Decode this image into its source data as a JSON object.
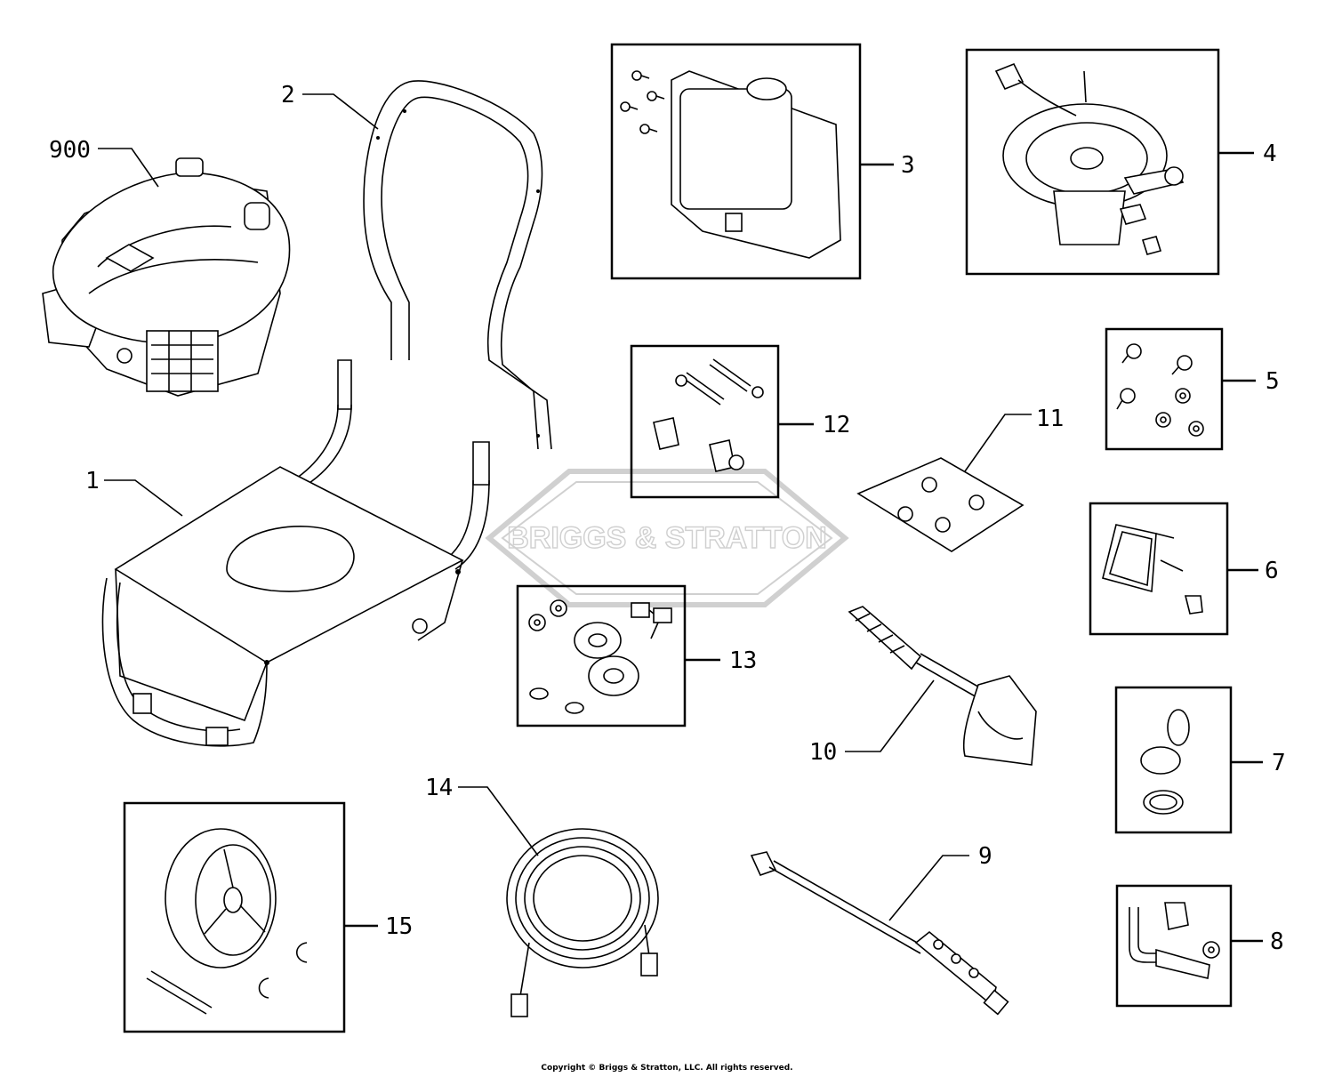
{
  "watermark": {
    "brand": "BRIGGS & STRATTON"
  },
  "callouts": [
    {
      "id": "900",
      "label": "900"
    },
    {
      "id": "1",
      "label": "1"
    },
    {
      "id": "2",
      "label": "2"
    },
    {
      "id": "3",
      "label": "3"
    },
    {
      "id": "4",
      "label": "4"
    },
    {
      "id": "5",
      "label": "5"
    },
    {
      "id": "6",
      "label": "6"
    },
    {
      "id": "7",
      "label": "7"
    },
    {
      "id": "8",
      "label": "8"
    },
    {
      "id": "9",
      "label": "9"
    },
    {
      "id": "10",
      "label": "10"
    },
    {
      "id": "11",
      "label": "11"
    },
    {
      "id": "12",
      "label": "12"
    },
    {
      "id": "13",
      "label": "13"
    },
    {
      "id": "14",
      "label": "14"
    },
    {
      "id": "15",
      "label": "15"
    }
  ],
  "footer": {
    "copyright": "Copyright © Briggs & Stratton, LLC. All rights reserved."
  }
}
